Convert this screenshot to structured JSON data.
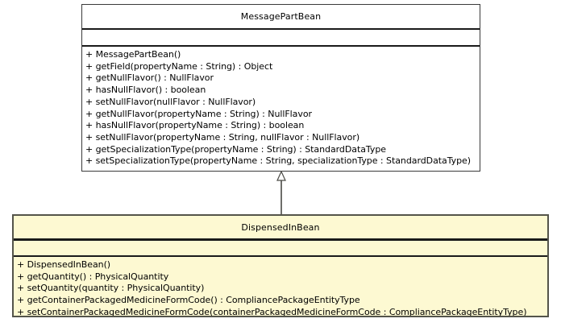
{
  "diagram": {
    "type": "uml-class-diagram",
    "relationship": {
      "kind": "generalization",
      "label": "",
      "from": "DispensedInBean",
      "to": "MessagePartBean",
      "arrow_icon": "hollow-triangle-icon"
    },
    "classes": [
      {
        "id": "messagepartbean",
        "name": "MessagePartBean",
        "fill_color": "#ffffff",
        "border_color": "#3a3a3a",
        "attributes": [],
        "operations": [
          "+ MessagePartBean()",
          "+ getField(propertyName : String) : Object",
          "+ getNullFlavor() : NullFlavor",
          "+ hasNullFlavor() : boolean",
          "+ setNullFlavor(nullFlavor : NullFlavor)",
          "+ getNullFlavor(propertyName : String) : NullFlavor",
          "+ hasNullFlavor(propertyName : String) : boolean",
          "+ setNullFlavor(propertyName : String, nullFlavor : NullFlavor)",
          "+ getSpecializationType(propertyName : String) : StandardDataType",
          "+ setSpecializationType(propertyName : String, specializationType : StandardDataType)"
        ]
      },
      {
        "id": "dispensedinbean",
        "name": "DispensedInBean",
        "fill_color": "#fdf9d2",
        "border_color": "#54544a",
        "attributes": [],
        "operations": [
          "+ DispensedInBean()",
          "+ getQuantity() : PhysicalQuantity",
          "+ setQuantity(quantity : PhysicalQuantity)",
          "+ getContainerPackagedMedicineFormCode() : CompliancePackageEntityType",
          "+ setContainerPackagedMedicineFormCode(containerPackagedMedicineFormCode : CompliancePackageEntityType)"
        ]
      }
    ]
  }
}
